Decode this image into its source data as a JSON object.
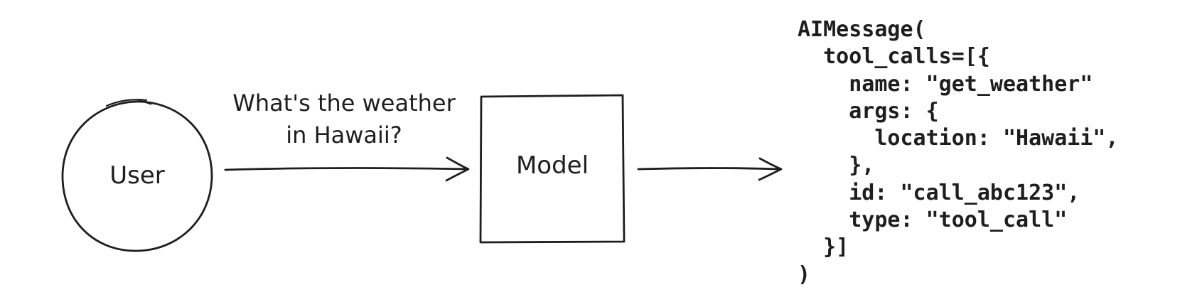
{
  "colors": {
    "stroke": "#1e1e1e",
    "background": "#ffffff"
  },
  "nodes": {
    "user": {
      "label": "User",
      "shape": "circle"
    },
    "model": {
      "label": "Model",
      "shape": "rectangle"
    }
  },
  "arrows": {
    "user_to_model": {
      "label": "What's the weather\nin Hawaii?"
    },
    "model_to_output": {}
  },
  "output": {
    "code": "AIMessage(\n  tool_calls=[{\n    name: \"get_weather\"\n    args: {\n      location: \"Hawaii\",\n    },\n    id: \"call_abc123\",\n    type: \"tool_call\"\n  }]\n)"
  }
}
